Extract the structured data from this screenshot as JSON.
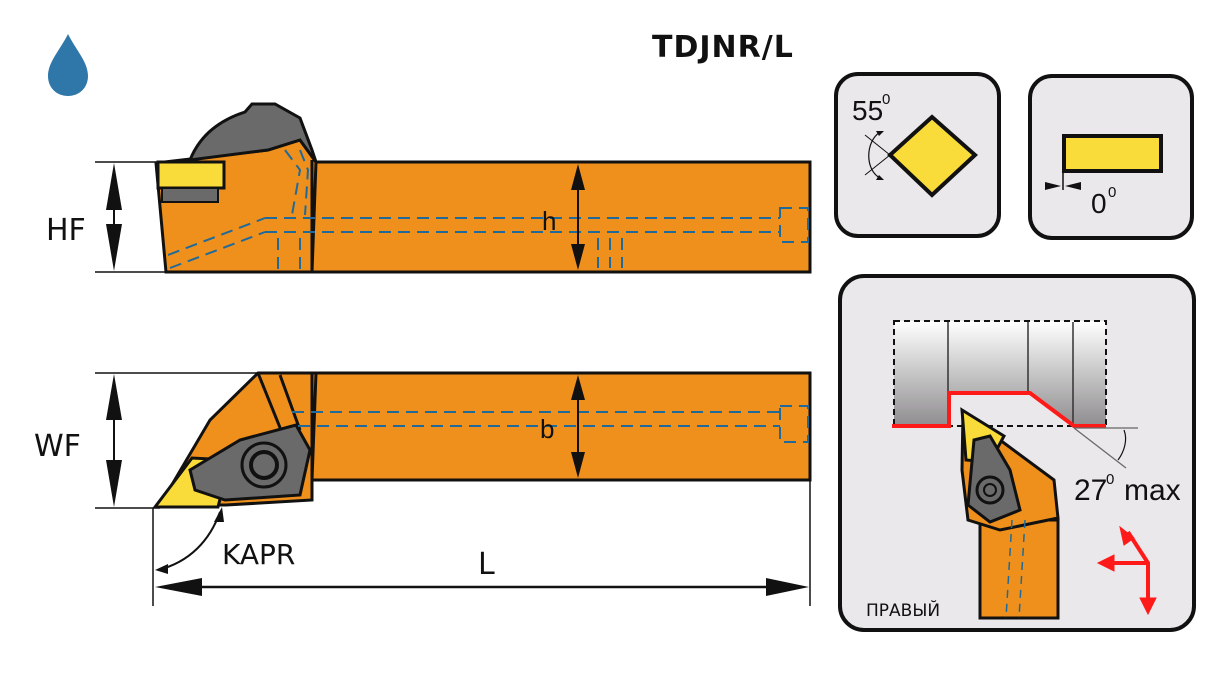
{
  "title": "TDJNR/L",
  "coolant_icon": "water-drop-icon",
  "colors": {
    "holder_body": "#ef901d",
    "insert": "#f9dc3a",
    "clamp": "#6a6a6a",
    "coolant_channel": "#1f6a9a",
    "drop": "#2f77a8",
    "panel_bg": "#eae8ea",
    "cut_path": "#ff1a1a"
  },
  "side_view": {
    "dimension_hf": "HF",
    "dimension_h": "h"
  },
  "top_view": {
    "dimension_wf": "WF",
    "dimension_b": "b",
    "dimension_kapr": "KAPR",
    "dimension_l": "L"
  },
  "insert_shape_panel": {
    "angle_value": "55",
    "angle_unit": "0",
    "shape": "rhombic-insert-icon"
  },
  "clearance_panel": {
    "angle_value": "0",
    "angle_unit": "0"
  },
  "application_panel": {
    "angle_value": "27",
    "angle_unit": "0",
    "angle_suffix": "max",
    "hand_label": "ПРАВЫЙ",
    "feed_directions": "feed-direction-arrows-icon"
  }
}
